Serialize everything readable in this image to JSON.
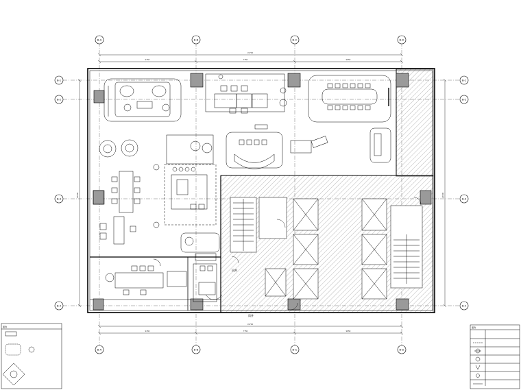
{
  "axes": {
    "columns": [
      "B-A",
      "B-B",
      "B-C",
      "B-D"
    ],
    "rows": [
      "B-1",
      "B-2",
      "B-3",
      "B-4"
    ]
  },
  "dimensions": {
    "top_total": "31700",
    "top_segments": [
      "9150",
      "7750",
      "9950"
    ],
    "bottom_total": "31700",
    "bottom_segments": [
      "9150",
      "7750",
      "9950"
    ],
    "left_total": "24600",
    "right_total": "24600"
  },
  "room_labels": {
    "shaft_left": "风井",
    "shaft_bottom": "风井"
  },
  "legend_left": {
    "title": "图例"
  },
  "legend_right": {
    "title": "图例"
  },
  "colors": {
    "line": "#000000",
    "hatch": "#888888"
  }
}
